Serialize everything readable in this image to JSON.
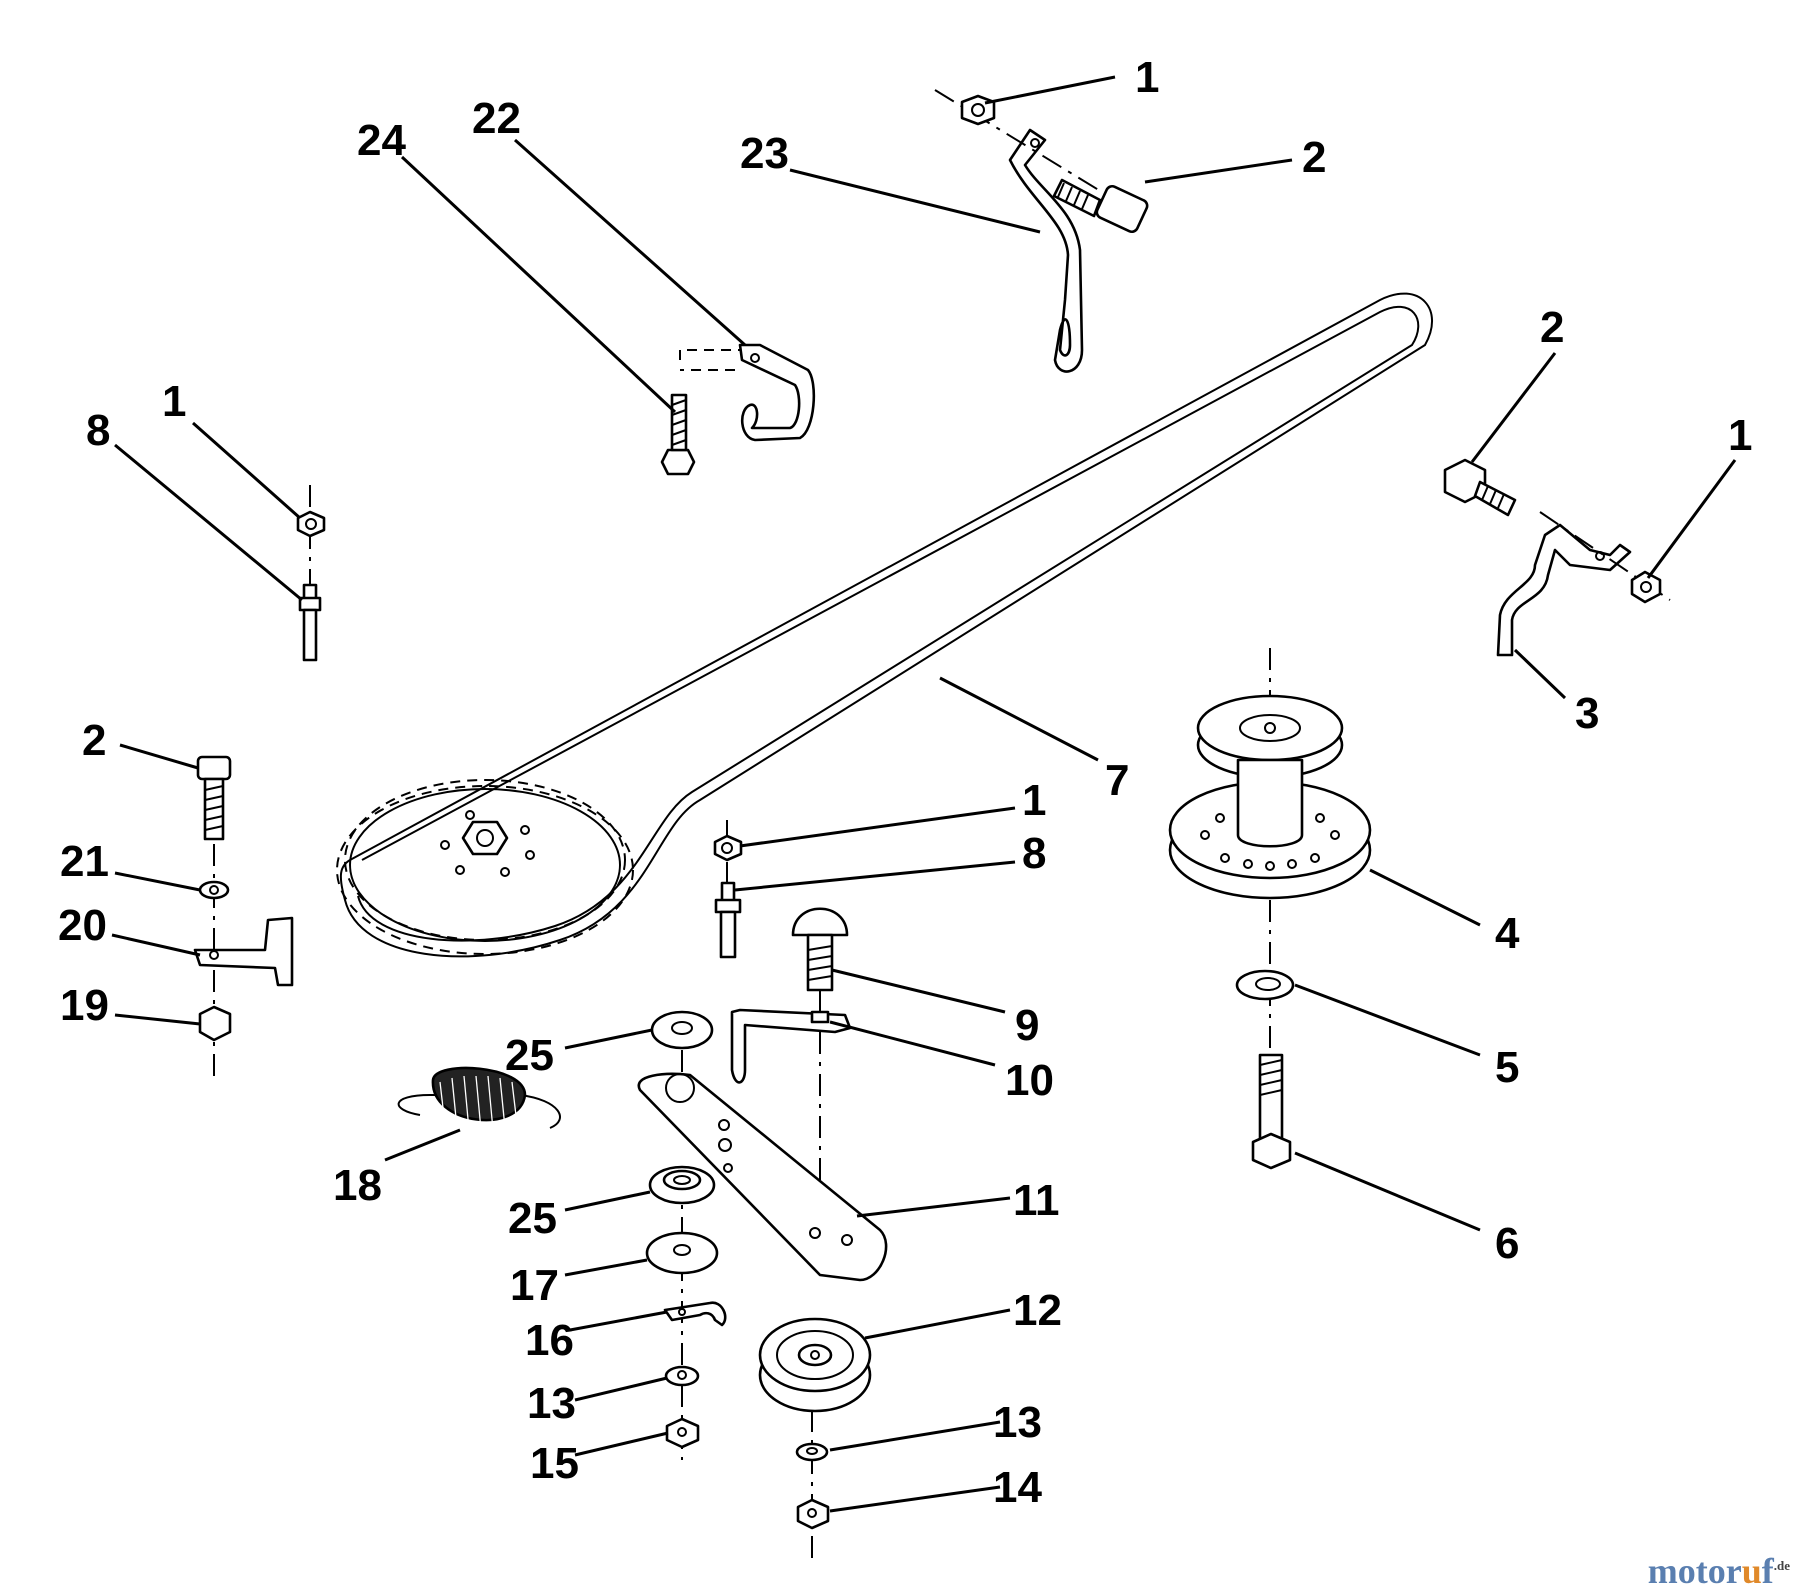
{
  "callouts": [
    {
      "id": "c1a",
      "label": "1"
    },
    {
      "id": "c2a",
      "label": "2"
    },
    {
      "id": "c23",
      "label": "23"
    },
    {
      "id": "c24",
      "label": "24"
    },
    {
      "id": "c22",
      "label": "22"
    },
    {
      "id": "c2b",
      "label": "2"
    },
    {
      "id": "c1b",
      "label": "1"
    },
    {
      "id": "c1c",
      "label": "1"
    },
    {
      "id": "c8a",
      "label": "8"
    },
    {
      "id": "c3",
      "label": "3"
    },
    {
      "id": "c2c",
      "label": "2"
    },
    {
      "id": "c7",
      "label": "7"
    },
    {
      "id": "c1d",
      "label": "1"
    },
    {
      "id": "c8b",
      "label": "8"
    },
    {
      "id": "c4",
      "label": "4"
    },
    {
      "id": "c21",
      "label": "21"
    },
    {
      "id": "c20",
      "label": "20"
    },
    {
      "id": "c19",
      "label": "19"
    },
    {
      "id": "c9",
      "label": "9"
    },
    {
      "id": "c10",
      "label": "10"
    },
    {
      "id": "c25a",
      "label": "25"
    },
    {
      "id": "c5",
      "label": "5"
    },
    {
      "id": "c18",
      "label": "18"
    },
    {
      "id": "c11",
      "label": "11"
    },
    {
      "id": "c25b",
      "label": "25"
    },
    {
      "id": "c6",
      "label": "6"
    },
    {
      "id": "c17",
      "label": "17"
    },
    {
      "id": "c12",
      "label": "12"
    },
    {
      "id": "c16",
      "label": "16"
    },
    {
      "id": "c13a",
      "label": "13"
    },
    {
      "id": "c13b",
      "label": "13"
    },
    {
      "id": "c15",
      "label": "15"
    },
    {
      "id": "c14",
      "label": "14"
    }
  ],
  "watermark": {
    "main": "motor",
    "accent": "u",
    "end": "f",
    "suffix": ".de"
  }
}
